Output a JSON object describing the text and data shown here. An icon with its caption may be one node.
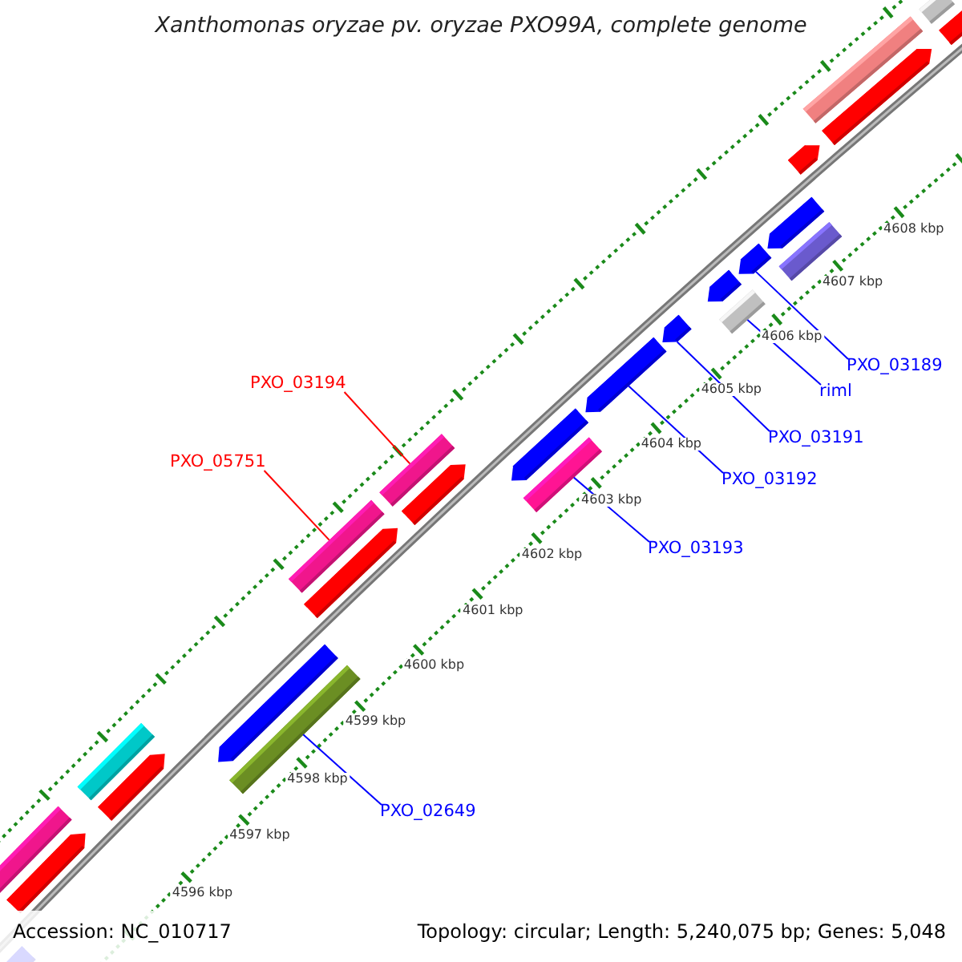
{
  "diagram": {
    "title": "Xanthomonas oryzae pv. oryzae PXO99A, complete genome",
    "nodes": [
      {
        "text": [
          "PXO_03194"
        ]
      },
      {
        "text": [
          "PXO_05751"
        ]
      },
      {
        "text": [],
        "shape": "bar"
      },
      {
        "text": [],
        "shape": "bar"
      },
      {
        "text": [
          "PXO_03189"
        ]
      },
      {
        "text": [
          "riml"
        ]
      },
      {
        "text": [
          "PXO_03191"
        ]
      },
      {
        "text": [
          "PXO_03192"
        ]
      },
      {
        "text": [
          "PXO_03193"
        ]
      },
      {
        "text": [
          "PXO_02649"
        ]
      },
      {
        "text": [],
        "shape": "arrow"
      },
      {
        "text": [],
        "shape": "bar"
      },
      {
        "text": [],
        "shape": "arrow"
      },
      {
        "text": [],
        "shape": "arrow"
      },
      {
        "text": [],
        "shape": "bar"
      },
      {
        "text": [],
        "shape": "bar"
      },
      {
        "text": [],
        "shape": "arrow"
      },
      {
        "text": [],
        "shape": "arrow"
      },
      {
        "text": [],
        "shape": "arrow"
      },
      {
        "text": [],
        "shape": "arrow"
      },
      {
        "text": [],
        "shape": "arrow"
      },
      {
        "text": [],
        "shape": "arrow"
      },
      {
        "text": [],
        "shape": "arrow"
      },
      {
        "text": [],
        "shape": "bar"
      },
      {
        "text": [],
        "shape": "bar"
      },
      {
        "text": [],
        "shape": "bar"
      },
      {
        "text": [],
        "shape": "bar"
      },
      {
        "text": [],
        "shape": "arrow"
      },
      {
        "text": [],
        "shape": "arrow"
      },
      {
        "text": [],
        "shape": "arrow"
      },
      {
        "text": [],
        "shape": "arrow"
      },
      {
        "text": [],
        "shape": "arrow"
      },
      {
        "text": [],
        "shape": "bar"
      }
    ],
    "edges": [
      {
        "from": 0,
        "to": 2,
        "arrow": "none",
        "color": "#ff0000"
      },
      {
        "from": 1,
        "to": 3,
        "arrow": "none",
        "color": "#ff0000"
      },
      {
        "from": 4,
        "to": 10,
        "arrow": "none"
      },
      {
        "from": 5,
        "to": 11,
        "arrow": "none"
      },
      {
        "from": 6,
        "to": 12,
        "arrow": "none"
      },
      {
        "from": 7,
        "to": 13,
        "arrow": "none"
      },
      {
        "from": 8,
        "to": 14,
        "arrow": "none"
      },
      {
        "from": 9,
        "to": 15,
        "arrow": "none"
      }
    ],
    "labels": [
      "4608 kbp",
      "4607 kbp",
      "4606 kbp",
      "4605 kbp",
      "4604 kbp",
      "4603 kbp",
      "4602 kbp",
      "4601 kbp",
      "4600 kbp",
      "4599 kbp",
      "4598 kbp",
      "4597 kbp",
      "4596 kbp",
      "Accession: NC_010717",
      "Topology: circular; Length: 5,240,075 bp; Genes: 5,048"
    ]
  }
}
